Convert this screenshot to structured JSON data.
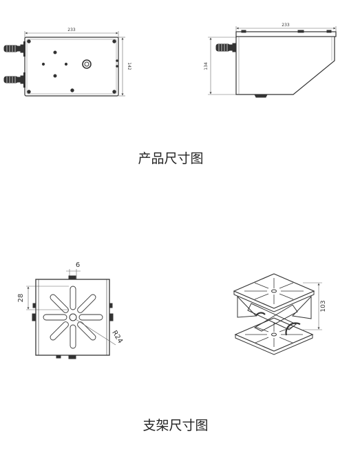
{
  "product": {
    "caption": "产品尺寸图",
    "top_view": {
      "width_label": "233",
      "height_label": "142"
    },
    "side_view": {
      "width_label": "233",
      "height_label": "134"
    }
  },
  "bracket": {
    "caption": "支架尺寸图",
    "front_view": {
      "slot_width_label": "6",
      "slot_length_label": "28",
      "radius_label": "R24"
    },
    "iso_view": {
      "height_label": "103"
    }
  }
}
